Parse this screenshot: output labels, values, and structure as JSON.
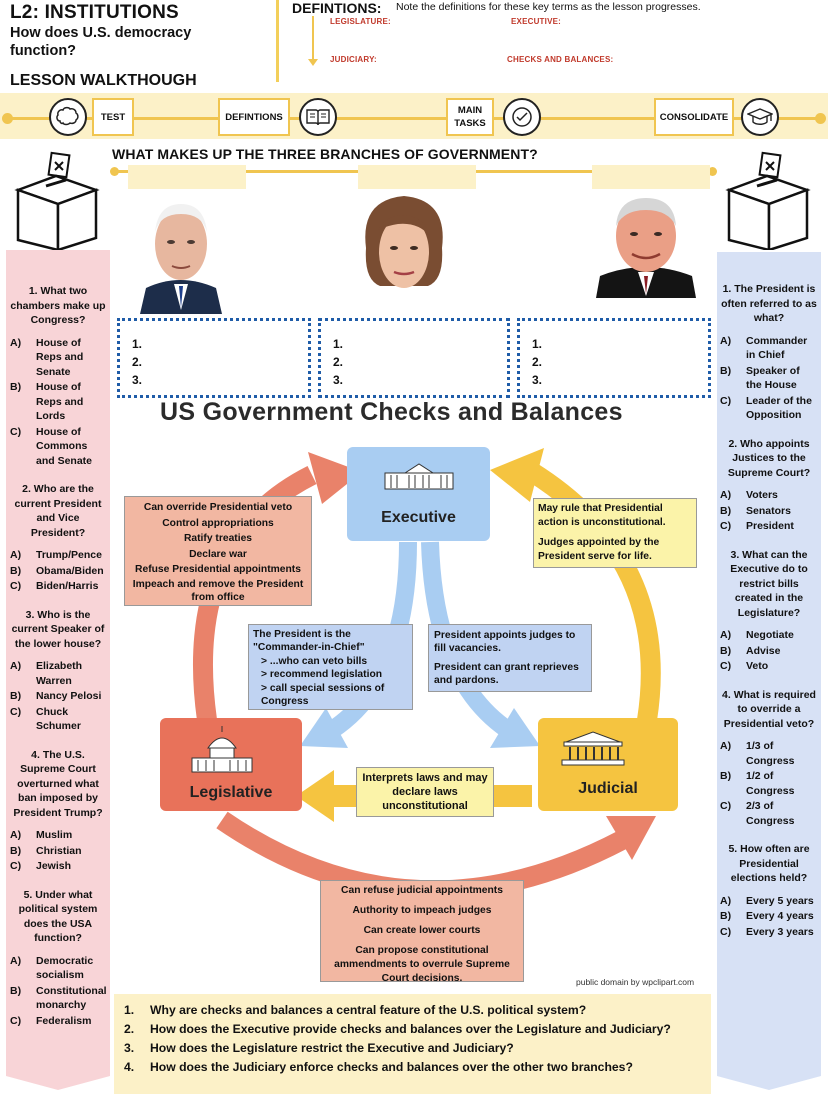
{
  "header": {
    "lesson_title": "L2: INSTITUTIONS",
    "lesson_question": "How does U.S. democracy function?",
    "walkthrough_title": "LESSON WALKTHOUGH"
  },
  "definitions": {
    "heading": "DEFINTIONS:",
    "note": "Note the definitions for these key terms as the lesson progresses.",
    "terms": [
      "LEGISLATURE:",
      "EXECUTIVE:",
      "JUDICIARY:",
      "CHECKS AND BALANCES:"
    ]
  },
  "walkthrough": {
    "test": "TEST",
    "definitions": "DEFINTIONS",
    "main_tasks_1": "MAIN",
    "main_tasks_2": "TASKS",
    "consolidate": "CONSOLIDATE"
  },
  "section_title": "WHAT MAKES UP THE THREE BRANCHES OF GOVERNMENT?",
  "answer_boxes": [
    [
      "1.",
      "2.",
      "3."
    ],
    [
      "1.",
      "2.",
      "3."
    ],
    [
      "1.",
      "2.",
      "3."
    ]
  ],
  "left_quiz": [
    {
      "q": "1. What two chambers make up Congress?",
      "opts": [
        [
          "A)",
          "House of Reps and Senate"
        ],
        [
          "B)",
          "House of Reps and Lords"
        ],
        [
          "C)",
          "House of Commons and Senate"
        ]
      ]
    },
    {
      "q": "2. Who are the current President and Vice President?",
      "opts": [
        [
          "A)",
          "Trump/Pence"
        ],
        [
          "B)",
          "Obama/Biden"
        ],
        [
          "C)",
          "Biden/Harris"
        ]
      ]
    },
    {
      "q": "3. Who is the current Speaker of the lower house?",
      "opts": [
        [
          "A)",
          "Elizabeth Warren"
        ],
        [
          "B)",
          "Nancy Pelosi"
        ],
        [
          "C)",
          "Chuck Schumer"
        ]
      ]
    },
    {
      "q": "4. The U.S. Supreme Court overturned what ban imposed by President Trump?",
      "opts": [
        [
          "A)",
          "Muslim"
        ],
        [
          "B)",
          "Christian"
        ],
        [
          "C)",
          "Jewish"
        ]
      ]
    },
    {
      "q": "5. Under what political system does the USA function?",
      "opts": [
        [
          "A)",
          "Democratic socialism"
        ],
        [
          "B)",
          "Constitutional monarchy"
        ],
        [
          "C)",
          "Federalism"
        ]
      ]
    }
  ],
  "right_quiz": [
    {
      "q": "1. The President is often referred to as what?",
      "opts": [
        [
          "A)",
          "Commander in Chief"
        ],
        [
          "B)",
          "Speaker of the House"
        ],
        [
          "C)",
          "Leader of the Opposition"
        ]
      ]
    },
    {
      "q": "2. Who appoints Justices to the Supreme Court?",
      "opts": [
        [
          "A)",
          "Voters"
        ],
        [
          "B)",
          "Senators"
        ],
        [
          "C)",
          "President"
        ]
      ]
    },
    {
      "q": "3. What can the Executive do to restrict bills created in the Legislature?",
      "opts": [
        [
          "A)",
          "Negotiate"
        ],
        [
          "B)",
          "Advise"
        ],
        [
          "C)",
          "Veto"
        ]
      ]
    },
    {
      "q": "4. What is required to override a Presidential veto?",
      "opts": [
        [
          "A)",
          "1/3 of Congress"
        ],
        [
          "B)",
          "1/2 of Congress"
        ],
        [
          "C)",
          "2/3 of Congress"
        ]
      ]
    },
    {
      "q": "5. How often are Presidential elections held?",
      "opts": [
        [
          "A)",
          "Every 5 years"
        ],
        [
          "B)",
          "Every 4 years"
        ],
        [
          "C)",
          "Every 3 years"
        ]
      ]
    }
  ],
  "diagram": {
    "title": "US Government Checks and Balances",
    "executive": "Executive",
    "legislative": "Legislative",
    "judicial": "Judicial",
    "leg_over_exec": [
      "Can override Presidential veto",
      "Control appropriations",
      "Ratify treaties",
      "Declare war",
      "Refuse Presidential appointments",
      "Impeach and remove the President from office"
    ],
    "jud_over_exec": [
      "May rule that Presidential action is unconstitutional.",
      "Judges appointed by the President serve for life."
    ],
    "exec_over_leg": [
      "The President is the \"Commander-in-Chief\"",
      "> ...who can veto bills",
      "> recommend legislation",
      "> call special sessions of Congress"
    ],
    "exec_over_jud": [
      "President appoints judges to fill vacancies.",
      "President can grant reprieves and pardons."
    ],
    "jud_over_leg": [
      "Interprets laws and may declare laws unconstitutional"
    ],
    "leg_over_jud": [
      "Can refuse judicial appointments",
      "Authority to impeach judges",
      "Can create lower courts",
      "Can propose constitutional ammendments to overrule Supreme Court decisions."
    ],
    "credit": "public domain by wpclipart.com",
    "colors": {
      "executive": "#a9cdf2",
      "legislative": "#e8725a",
      "judicial": "#f5c440"
    }
  },
  "bottom_questions": [
    [
      "1.",
      "Why are checks and balances a central feature of the U.S. political system?"
    ],
    [
      "2.",
      "How does the Executive provide checks and balances over the Legislature and Judiciary?"
    ],
    [
      "3.",
      "How does the Legislature restrict the Executive and Judiciary?"
    ],
    [
      "4.",
      "How does the Judiciary enforce checks and balances over the other two branches?"
    ]
  ]
}
